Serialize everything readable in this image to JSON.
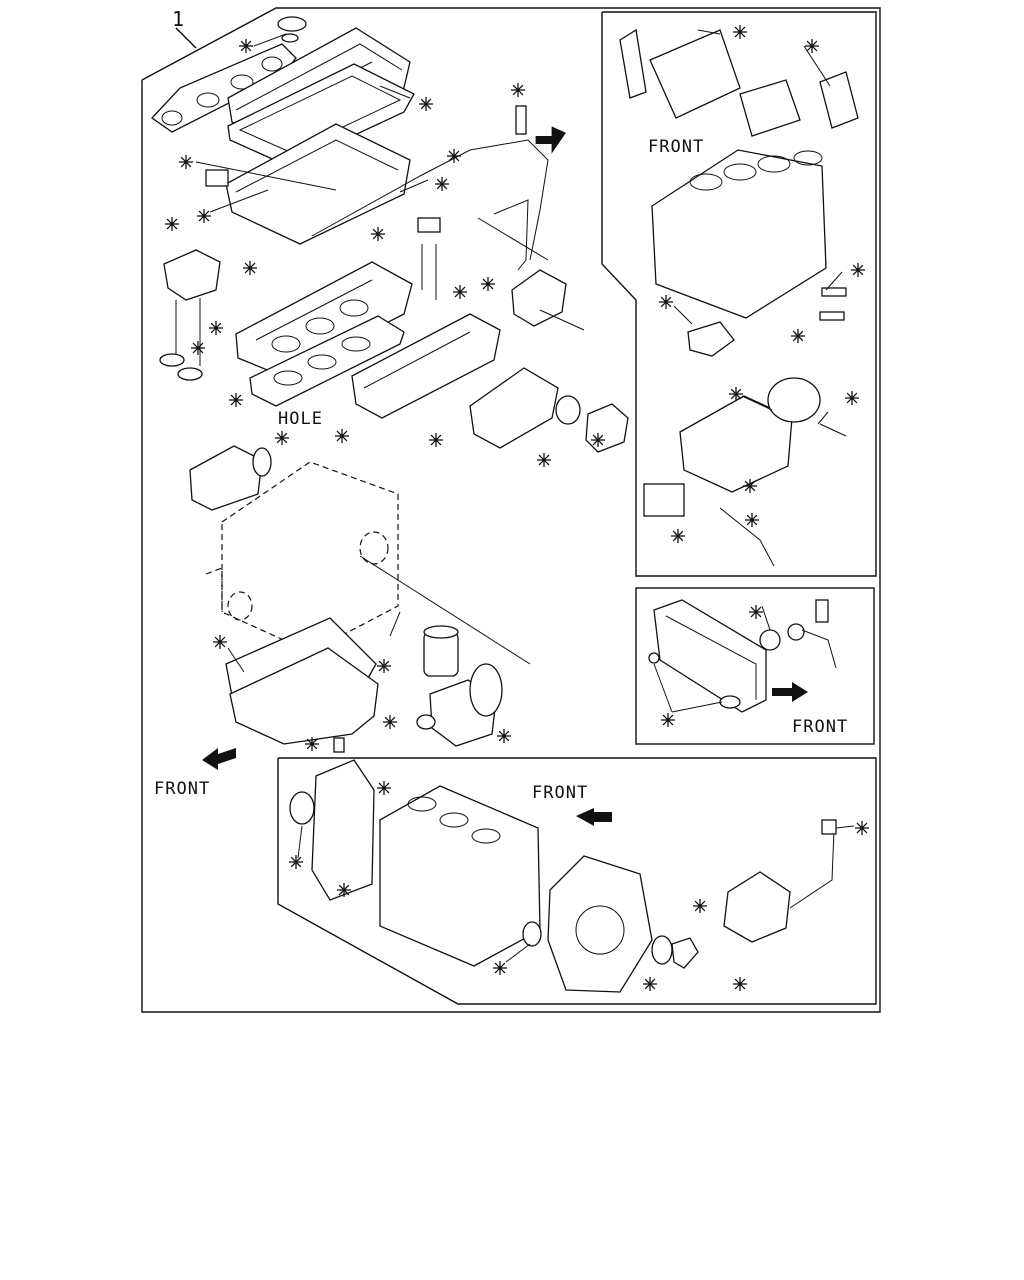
{
  "diagram": {
    "item_number": "1",
    "labels": {
      "hole": "HOLE",
      "front_main": "FRONT",
      "front_top_right": "FRONT",
      "front_mid_right": "FRONT",
      "front_bottom": "FRONT"
    },
    "gasket_marker_icon": "asterisk-icon",
    "arrow_icon": "arrow-icon"
  }
}
